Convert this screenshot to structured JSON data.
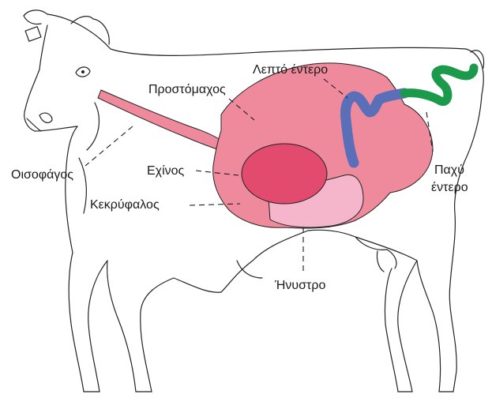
{
  "labels": {
    "esophagus": "Οισοφάγος",
    "rumen": "Προστόμαχος",
    "small_intestine": "Λεπτό έντερο",
    "omasum": "Εχίνος",
    "reticulum": "Κεκρύφαλος",
    "abomasum": "Ήνυστρο",
    "large_intestine_line1": "Παχύ",
    "large_intestine_line2": "έντερο"
  },
  "colors": {
    "rumen": "#ee8a9c",
    "esophagus": "#ee8a9c",
    "omasum": "#e24a6e",
    "abomasum": "#f5b6cb",
    "small_intestine": "#5a6fb8",
    "large_intestine": "#1a9a4a",
    "outline": "#222222"
  }
}
